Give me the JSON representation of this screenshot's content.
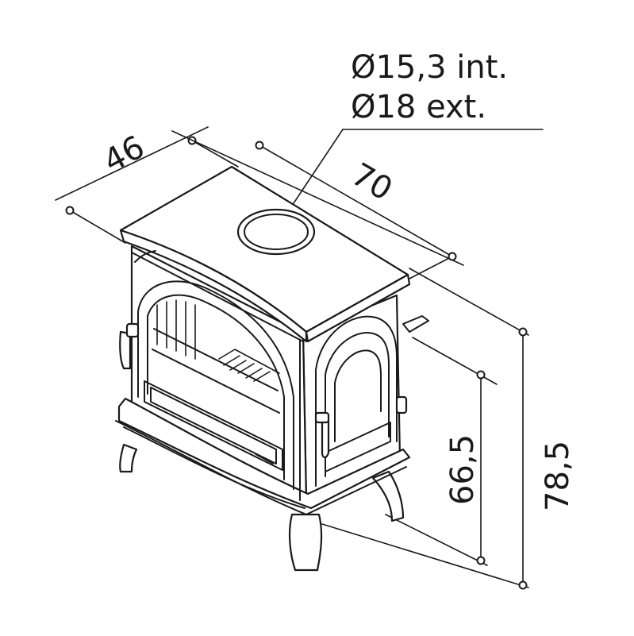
{
  "labels": {
    "flue_internal": "Ø15,3 int.",
    "flue_external": "Ø18 ext.",
    "depth": "46",
    "width": "70",
    "flue_height": "66,5",
    "total_height": "78,5"
  },
  "colors": {
    "ink": "#1a1a1a",
    "background": "#ffffff"
  }
}
